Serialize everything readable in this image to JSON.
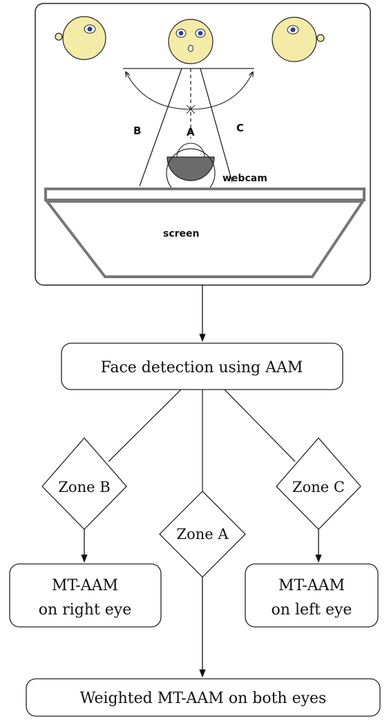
{
  "illustration": {
    "zone_b_label": "B",
    "zone_a_label": "A",
    "zone_c_label": "C",
    "webcam_label": "webcam",
    "screen_label": "screen"
  },
  "flowchart": {
    "face_detection": "Face detection using AAM",
    "zone_b": "Zone B",
    "zone_a": "Zone A",
    "zone_c": "Zone C",
    "right_eye_line1": "MT-AAM",
    "right_eye_line2": "on right eye",
    "left_eye_line1": "MT-AAM",
    "left_eye_line2": "on left eye",
    "weighted": "Weighted MT-AAM on both eyes"
  },
  "colors": {
    "face_fill": "#f3eba7",
    "iris": "#2a3b8f",
    "webcam_fill": "#6b6b6b",
    "screen_stroke": "#777777"
  }
}
